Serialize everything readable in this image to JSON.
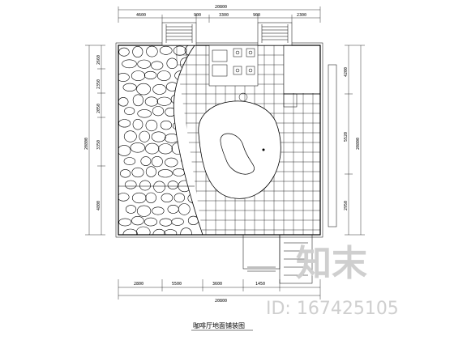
{
  "drawing": {
    "title": "咖啡厅地面铺装图",
    "dims": {
      "top_overall": "20800",
      "top_1": "4600",
      "top_2": "900",
      "top_3": "3300",
      "top_4": "900",
      "top_5": "2300",
      "bottom_overall": "20800",
      "bottom_1": "2800",
      "bottom_2": "5500",
      "bottom_3": "3600",
      "bottom_4": "1450",
      "left_overall": "20800",
      "left_1": "2660",
      "left_2": "2350",
      "left_3": "2050",
      "left_4": "3350",
      "left_5": "4800",
      "right_overall": "20800",
      "right_1": "4200",
      "right_2": "5520",
      "right_3": "2950"
    }
  },
  "watermark": {
    "brand": "知末",
    "id_text": "ID: 167425105"
  }
}
